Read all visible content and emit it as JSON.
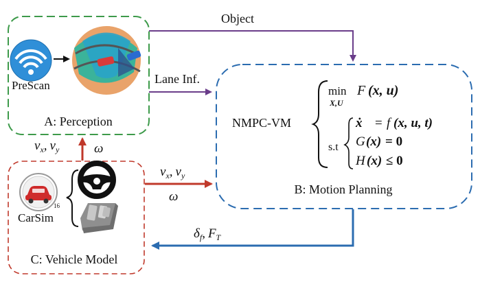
{
  "boxes": {
    "perception": {
      "label": "A: Perception",
      "color": "#3d9a4a"
    },
    "vehicle": {
      "label": "C: Vehicle Model",
      "color": "#c0392b"
    },
    "planning": {
      "label": "B: Motion Planning",
      "color": "#2b6cb0"
    }
  },
  "perception": {
    "prescan_label": "PreScan"
  },
  "vehicle": {
    "carsim_label": "CarSim",
    "carsim_badge": "16"
  },
  "signals": {
    "object": "Object",
    "lane": "Lane Inf.",
    "vx": "v",
    "vx_sub": "x",
    "vy": "v",
    "vy_sub": "y",
    "comma": ",",
    "omega": "ω",
    "delta": "δ",
    "delta_sub": "f",
    "force": "F",
    "force_sub": "T"
  },
  "planning": {
    "name": "NMPC-VM",
    "min": "min",
    "min_vars": "X,U",
    "objective_fn": "F",
    "objective_args": "(x, u)",
    "st": "s.t",
    "c1_lhs": "ẋ",
    "c1_eq": "= ",
    "c1_rhs_fn": "f",
    "c1_rhs_args": "(x, u, t)",
    "c2_fn": "G",
    "c2_args": "(x)",
    "c2_rel": " = 0",
    "c3_fn": "H",
    "c3_args": "(x)",
    "c3_rel": " ≤ 0"
  },
  "arrows": {
    "object_color": "#6a3d8a",
    "lane_color": "#6a3d8a",
    "feedback_color": "#c0392b",
    "control_color": "#2b6cb0",
    "prescan_color": "#111111"
  }
}
